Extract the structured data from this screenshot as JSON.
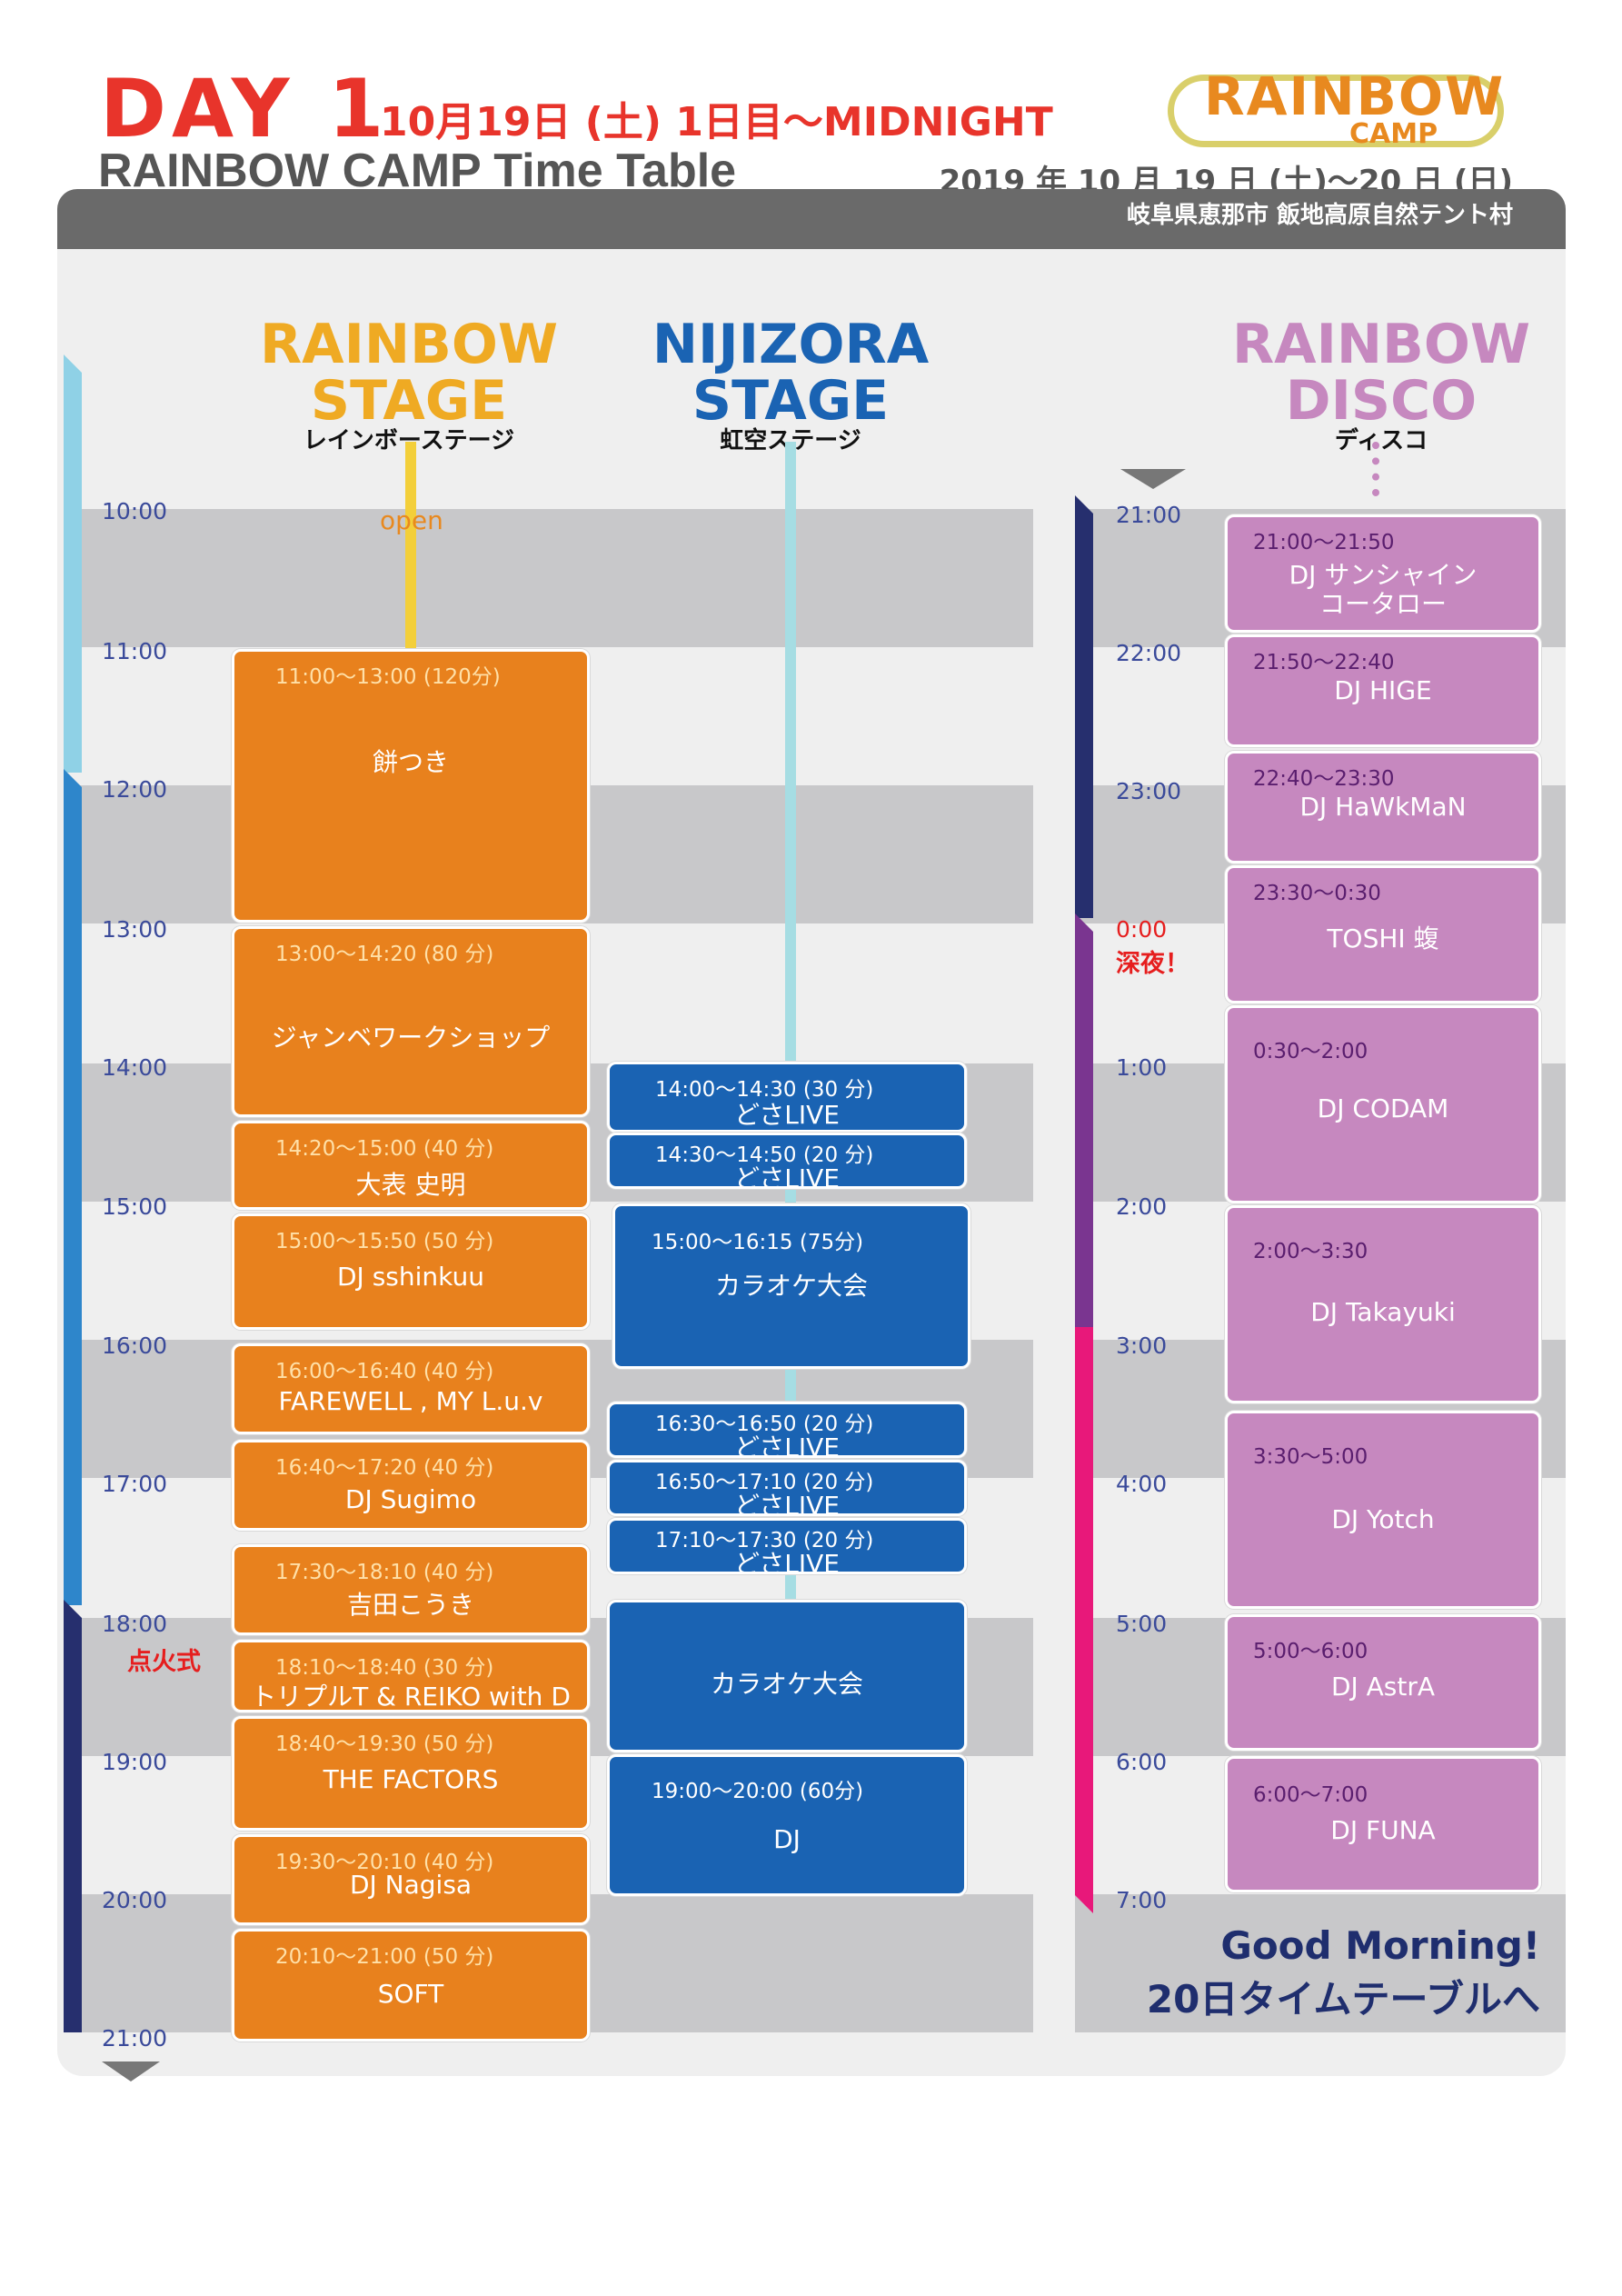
{
  "header": {
    "day": "DAY 1",
    "date_line": "10月19日 (土) 1日目〜MIDNIGHT",
    "subtitle": "RAINBOW CAMP  Time Table",
    "date_range": "2019 年 10 月 19 日 (土)〜20 日 (日)",
    "venue": "岐阜県恵那市  飯地高原自然テント村",
    "logo_text": "RAINBOW",
    "logo_camp": "CAMP"
  },
  "colors": {
    "orange": "#e8811d",
    "blue": "#1a63b3",
    "purple": "#c688bf",
    "red": "#e8342b"
  },
  "left_times": [
    "10:00",
    "11:00",
    "12:00",
    "13:00",
    "14:00",
    "15:00",
    "16:00",
    "17:00",
    "18:00",
    "19:00",
    "20:00",
    "21:00"
  ],
  "right_times": [
    "21:00",
    "22:00",
    "23:00",
    "0:00",
    "1:00",
    "2:00",
    "3:00",
    "4:00",
    "5:00",
    "6:00",
    "7:00"
  ],
  "stages": {
    "rainbow": {
      "title1": "RAINBOW",
      "title2": "STAGE",
      "sub": "レインボーステージ",
      "open": "open"
    },
    "nijizora": {
      "title1": "NIJIZORA",
      "title2": "STAGE",
      "sub": "虹空ステージ"
    },
    "disco": {
      "title1": "RAINBOW",
      "title2": "DISCO",
      "sub": "ディスコ"
    }
  },
  "labels": {
    "fire": "点火式",
    "midnight": "深夜！",
    "gm1": "Good Morning!",
    "gm2": "20日タイムテーブルへ"
  },
  "rainbow_stage": [
    {
      "time": "11:00〜13:00 (120分)",
      "name": "餅つき"
    },
    {
      "time": "13:00〜14:20 (80 分)",
      "name": "ジャンベワークショップ"
    },
    {
      "time": "14:20〜15:00 (40 分)",
      "name": "大表 史明"
    },
    {
      "time": "15:00〜15:50 (50 分)",
      "name": "DJ sshinkuu"
    },
    {
      "time": "16:00〜16:40 (40 分)",
      "name": "FAREWELL , MY L.u.v"
    },
    {
      "time": "16:40〜17:20 (40 分)",
      "name": "DJ Sugimo"
    },
    {
      "time": "17:30〜18:10 (40 分)",
      "name": "吉田こうき"
    },
    {
      "time": "18:10〜18:40 (30 分)",
      "name": "トリプルT & REIKO with D"
    },
    {
      "time": "18:40〜19:30 (50 分)",
      "name": "THE FACTORS"
    },
    {
      "time": "19:30〜20:10 (40 分)",
      "name": "DJ Nagisa"
    },
    {
      "time": "20:10〜21:00 (50 分)",
      "name": "SOFT"
    }
  ],
  "nijizora_stage": [
    {
      "time": "14:00〜14:30 (30 分)",
      "name": "どさLIVE"
    },
    {
      "time": "14:30〜14:50 (20 分)",
      "name": "どさLIVE"
    },
    {
      "time": "15:00〜16:15 (75分)",
      "name": "カラオケ大会"
    },
    {
      "time": "16:30〜16:50 (20 分)",
      "name": "どさLIVE"
    },
    {
      "time": "16:50〜17:10 (20 分)",
      "name": "どさLIVE"
    },
    {
      "time": "17:10〜17:30 (20 分)",
      "name": "どさLIVE"
    },
    {
      "time": "",
      "name": "カラオケ大会"
    },
    {
      "time": "19:00〜20:00 (60分)",
      "name": "DJ"
    }
  ],
  "disco": [
    {
      "time": "21:00〜21:50",
      "name": "DJ サンシャイン",
      "name2": "コータロー"
    },
    {
      "time": "21:50〜22:40",
      "name": "DJ HIGE"
    },
    {
      "time": "22:40〜23:30",
      "name": "DJ HaWkMaN"
    },
    {
      "time": "23:30〜0:30",
      "name": "TOSHI 蝮"
    },
    {
      "time": "0:30〜2:00",
      "name": "DJ CODAM"
    },
    {
      "time": "2:00〜3:30",
      "name": "DJ Takayuki"
    },
    {
      "time": "3:30〜5:00",
      "name": "DJ Yotch"
    },
    {
      "time": "5:00〜6:00",
      "name": "DJ AstrA"
    },
    {
      "time": "6:00〜7:00",
      "name": "DJ FUNA"
    }
  ]
}
